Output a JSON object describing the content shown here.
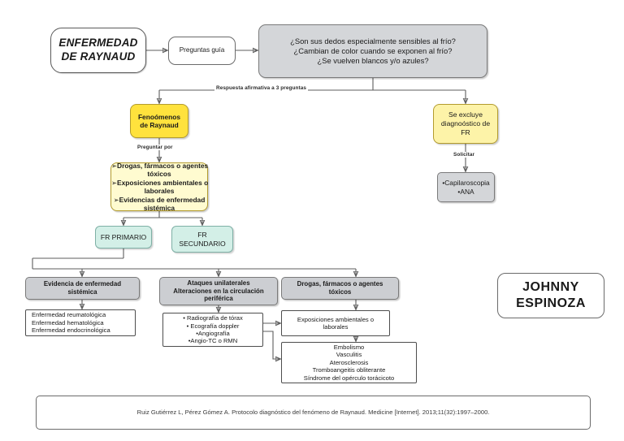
{
  "diagram": {
    "title_node": {
      "lines": [
        "ENFERMEDAD",
        "DE RAYNAUD"
      ]
    },
    "guide_questions_node": {
      "lines": [
        "Preguntas guía"
      ]
    },
    "questions_node": {
      "lines": [
        "¿Son sus dedos especialmente sensibles al frío?",
        "¿Cambian de color cuando se exponen al frío?",
        "¿Se vuelven blancos y/o azules?"
      ]
    },
    "phenomena_node": {
      "lines": [
        "Fenoómenos",
        "de Raynaud"
      ]
    },
    "ask_about_node": {
      "lines": [
        "➢Drogas, fármacos o agentes",
        "tóxicos",
        "➢Exposiciones ambientales o",
        "laborales",
        "➢Evidencias de enfermedad",
        "sistémica"
      ]
    },
    "excluded_node": {
      "lines": [
        "Se excluye",
        "diagnoóstico de",
        "FR"
      ]
    },
    "request_node": {
      "lines": [
        "•Capilaroscopia",
        "•ANA"
      ]
    },
    "primary_node": {
      "lines": [
        "FR PRIMARIO"
      ]
    },
    "secondary_node": {
      "lines": [
        "FR",
        "SECUNDARIO"
      ]
    },
    "evidence_node": {
      "lines": [
        "Evidencia de enfermedad",
        "sistémica"
      ]
    },
    "attacks_node": {
      "lines": [
        "Ataques unilaterales",
        "Alteraciones en la circulación",
        "periférica"
      ]
    },
    "drugs_node": {
      "lines": [
        "Drogas, fármacos o agentes",
        "tóxicos"
      ]
    },
    "diseases_node": {
      "lines": [
        "Enfermedad reumatológica",
        "Enfermedad hematológica",
        "Enfermedad endocrinológica"
      ]
    },
    "imaging_node": {
      "lines": [
        "• Radiografía de tórax",
        "•  Ecografía doppler",
        "•Angiografía",
        "•Angio-TC o RMN"
      ]
    },
    "exposures_node": {
      "lines": [
        "Exposiciones ambientales o",
        "laborales"
      ]
    },
    "vascular_node": {
      "lines": [
        "Embolismo",
        "Vasculitis",
        "Aterosclerosis",
        "Tromboangeitis obliterante",
        "Síndrome del opérculo torácicoto"
      ]
    },
    "author_node": {
      "lines": [
        "JOHNNY",
        "ESPINOZA"
      ]
    },
    "citation_node": {
      "lines": [
        "Ruiz Gutiérrez L, Pérez Gómez A. Protocolo diagnóstico del fenómeno de Raynaud. Medicine [Internet]. 2013;11(32):1997–2000."
      ]
    },
    "edge_labels": {
      "affirmative": "Respuesta afirmativa a 3 preguntas",
      "ask_for": "Preguntar por",
      "request": "Solicitar"
    },
    "colors": {
      "yellow": "#ffe23d",
      "yellow_pale": "#fdf3a8",
      "mint": "#d3efe7",
      "gray": "#d4d6d9",
      "line": "#5e5e5e"
    }
  }
}
